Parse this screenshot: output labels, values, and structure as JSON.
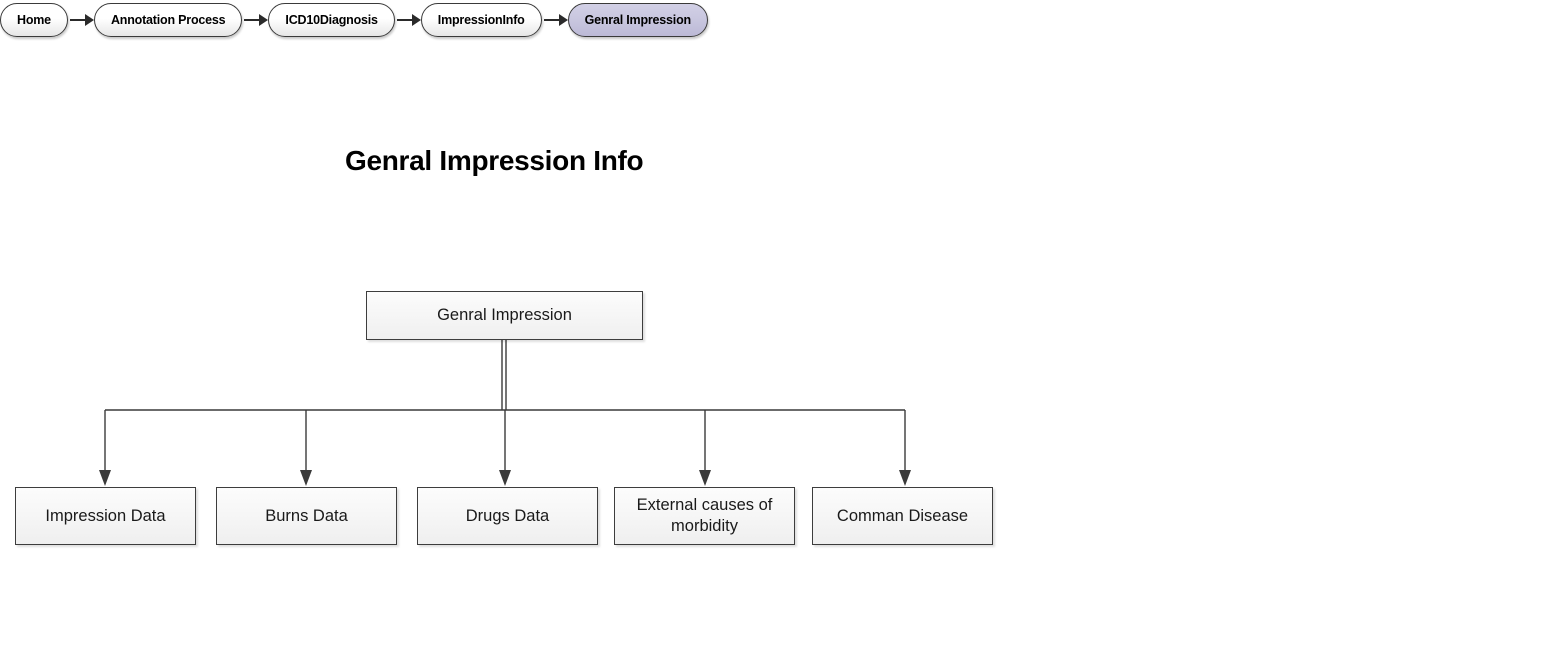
{
  "breadcrumb": {
    "items": [
      {
        "label": "Home",
        "active": false
      },
      {
        "label": "Annotation Process",
        "active": false
      },
      {
        "label": "ICD10Diagnosis",
        "active": false
      },
      {
        "label": "ImpressionInfo",
        "active": false
      },
      {
        "label": "Genral Impression",
        "active": true
      }
    ],
    "separator_icon": "arrow-right-icon"
  },
  "page": {
    "title": "Genral Impression Info"
  },
  "diagram": {
    "root": {
      "label": "Genral Impression"
    },
    "children": [
      {
        "label": "Impression Data"
      },
      {
        "label": "Burns Data"
      },
      {
        "label": "Drugs Data"
      },
      {
        "label": "External causes of morbidity"
      },
      {
        "label": "Comman Disease"
      }
    ],
    "connector_icon": "arrow-down-icon"
  },
  "colors": {
    "active_crumb": "#c5c3dd",
    "node_fill": "#f4f4f4",
    "node_border": "#3d3d3d",
    "connector": "#3a3a3a",
    "text": "#000000"
  }
}
